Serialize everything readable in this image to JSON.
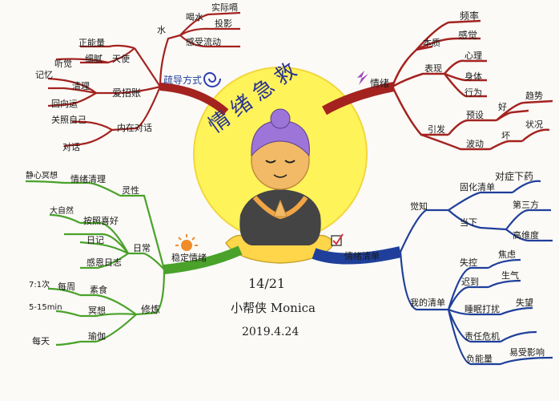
{
  "center": {
    "title": "情绪急救"
  },
  "branches": {
    "top_left": {
      "name": "疏导方式",
      "water": {
        "label": "水",
        "children": [
          "喝水",
          "实际嗝",
          "投影",
          "感受流动"
        ]
      },
      "angel": {
        "label": "天使",
        "children": [
          "正能量",
          "细腻",
          "听觉"
        ]
      },
      "emotion_card": {
        "label": "爱招账",
        "children": [
          "记忆",
          "清理",
          "回向运"
        ]
      },
      "inner": {
        "label": "内在对话",
        "children": [
          "关照自己",
          "对话"
        ]
      }
    },
    "top_right": {
      "name": "情绪",
      "essence": {
        "label": "本质",
        "children": [
          "频率",
          "感觉"
        ]
      },
      "manifest": {
        "label": "表现",
        "children": [
          "心理",
          "身体",
          "行为"
        ]
      },
      "trigger": {
        "label": "引发",
        "children": [
          "预设",
          "好",
          "趋势",
          "波动",
          "坏",
          "状况"
        ]
      }
    },
    "bottom_left": {
      "name": "稳定情绪",
      "spirit": {
        "label": "灵性",
        "children": [
          "静心冥想",
          "情绪清理"
        ]
      },
      "daily": {
        "label": "日常",
        "children": [
          "大自然",
          "按照喜好",
          "日记",
          "感恩日志"
        ]
      },
      "practice": {
        "label": "修炼",
        "children": [
          "7:1次",
          "每周",
          "素食",
          "5-15min",
          "冥想",
          "每天",
          "瑜伽"
        ]
      }
    },
    "bottom_right": {
      "name": "情绪清单",
      "awareness": {
        "label": "觉知",
        "sub": [
          "固化清单",
          "当下"
        ],
        "children": [
          "对症下药",
          "第三方",
          "高维度"
        ]
      },
      "mine": {
        "label": "我的清单",
        "children": [
          "失控",
          "焦虑",
          "迟到",
          "生气",
          "睡眠打扰",
          "失望",
          "责任危机",
          "负能量",
          "易受影响"
        ]
      }
    }
  },
  "signature": {
    "count": "14/21",
    "name": "小帮侠 Monica",
    "date": "2019.4.24"
  },
  "colors": {
    "top_left": "#a4231f",
    "top_right": "#a4231f",
    "bottom_left": "#4aa22a",
    "bottom_right": "#1f3f9a",
    "halo": "#fff35a",
    "monk": "#f2ba66",
    "robe": "#333"
  }
}
